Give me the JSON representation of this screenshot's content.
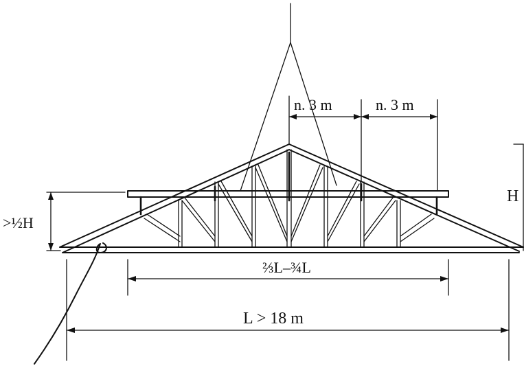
{
  "labels": {
    "spacing_1": "n. 3 m",
    "spacing_2": "n. 3 m",
    "height": "H",
    "lift_point_height": ">½H",
    "lift_span": "⅔L–¾L",
    "span": "L > 18 m"
  },
  "colors": {
    "ink": "#111111",
    "background": "#ffffff"
  }
}
